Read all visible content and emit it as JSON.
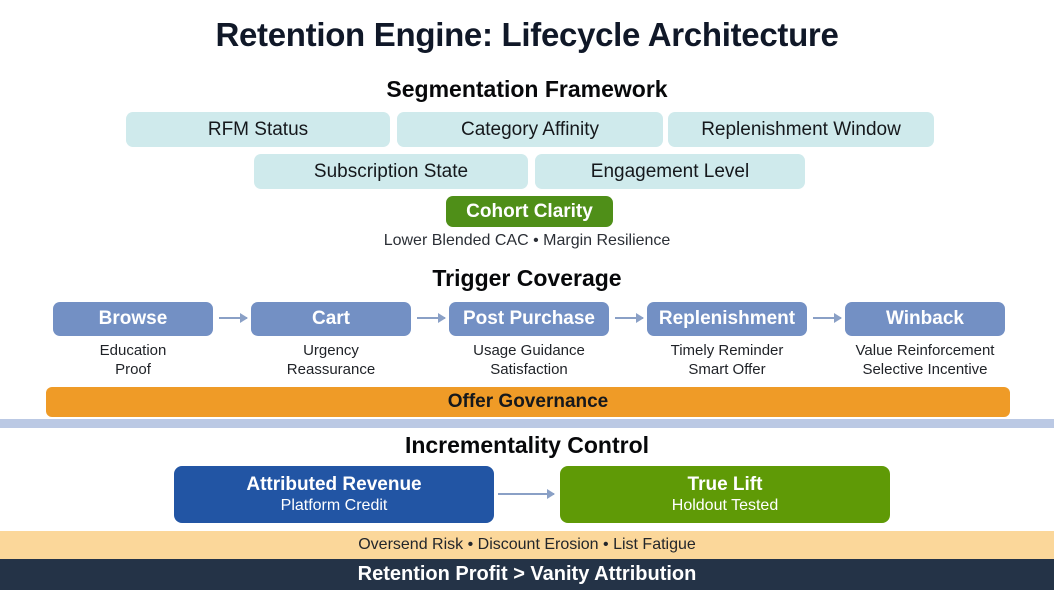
{
  "title": "Retention Engine: Lifecycle Architecture",
  "segmentation": {
    "heading": "Segmentation Framework",
    "row1": [
      {
        "label": "RFM Status"
      },
      {
        "label": "Category Affinity"
      },
      {
        "label": "Replenishment Window"
      }
    ],
    "row2": [
      {
        "label": "Subscription State"
      },
      {
        "label": "Engagement Level"
      }
    ],
    "badge": "Cohort Clarity",
    "badge_subtitle": "Lower Blended CAC • Margin Resilience"
  },
  "trigger": {
    "heading": "Trigger Coverage",
    "stages": [
      {
        "label": "Browse",
        "caption_1": "Education",
        "caption_2": "Proof"
      },
      {
        "label": "Cart",
        "caption_1": "Urgency",
        "caption_2": "Reassurance"
      },
      {
        "label": "Post Purchase",
        "caption_1": "Usage Guidance",
        "caption_2": "Satisfaction"
      },
      {
        "label": "Replenishment",
        "caption_1": "Timely Reminder",
        "caption_2": "Smart Offer"
      },
      {
        "label": "Winback",
        "caption_1": "Value Reinforcement",
        "caption_2": "Selective Incentive"
      }
    ],
    "governance_bar": "Offer Governance"
  },
  "incrementality": {
    "heading": "Incrementality Control",
    "left": {
      "title": "Attributed Revenue",
      "subtitle": "Platform Credit"
    },
    "right": {
      "title": "True Lift",
      "subtitle": "Holdout Tested"
    }
  },
  "footer": {
    "risks": "Oversend Risk • Discount Erosion • List Fatigue",
    "takeaway": "Retention Profit > Vanity Attribution"
  },
  "colors": {
    "pill": "#cfeaec",
    "badge_green": "#4f8f18",
    "stage_blue": "#7390c4",
    "governance_orange": "#ef9b27",
    "divider": "#bbc9e4",
    "attributed_blue": "#2255a4",
    "true_lift_green": "#5f9a06",
    "risk_tan": "#fbd79a",
    "footer_navy": "#243347"
  }
}
